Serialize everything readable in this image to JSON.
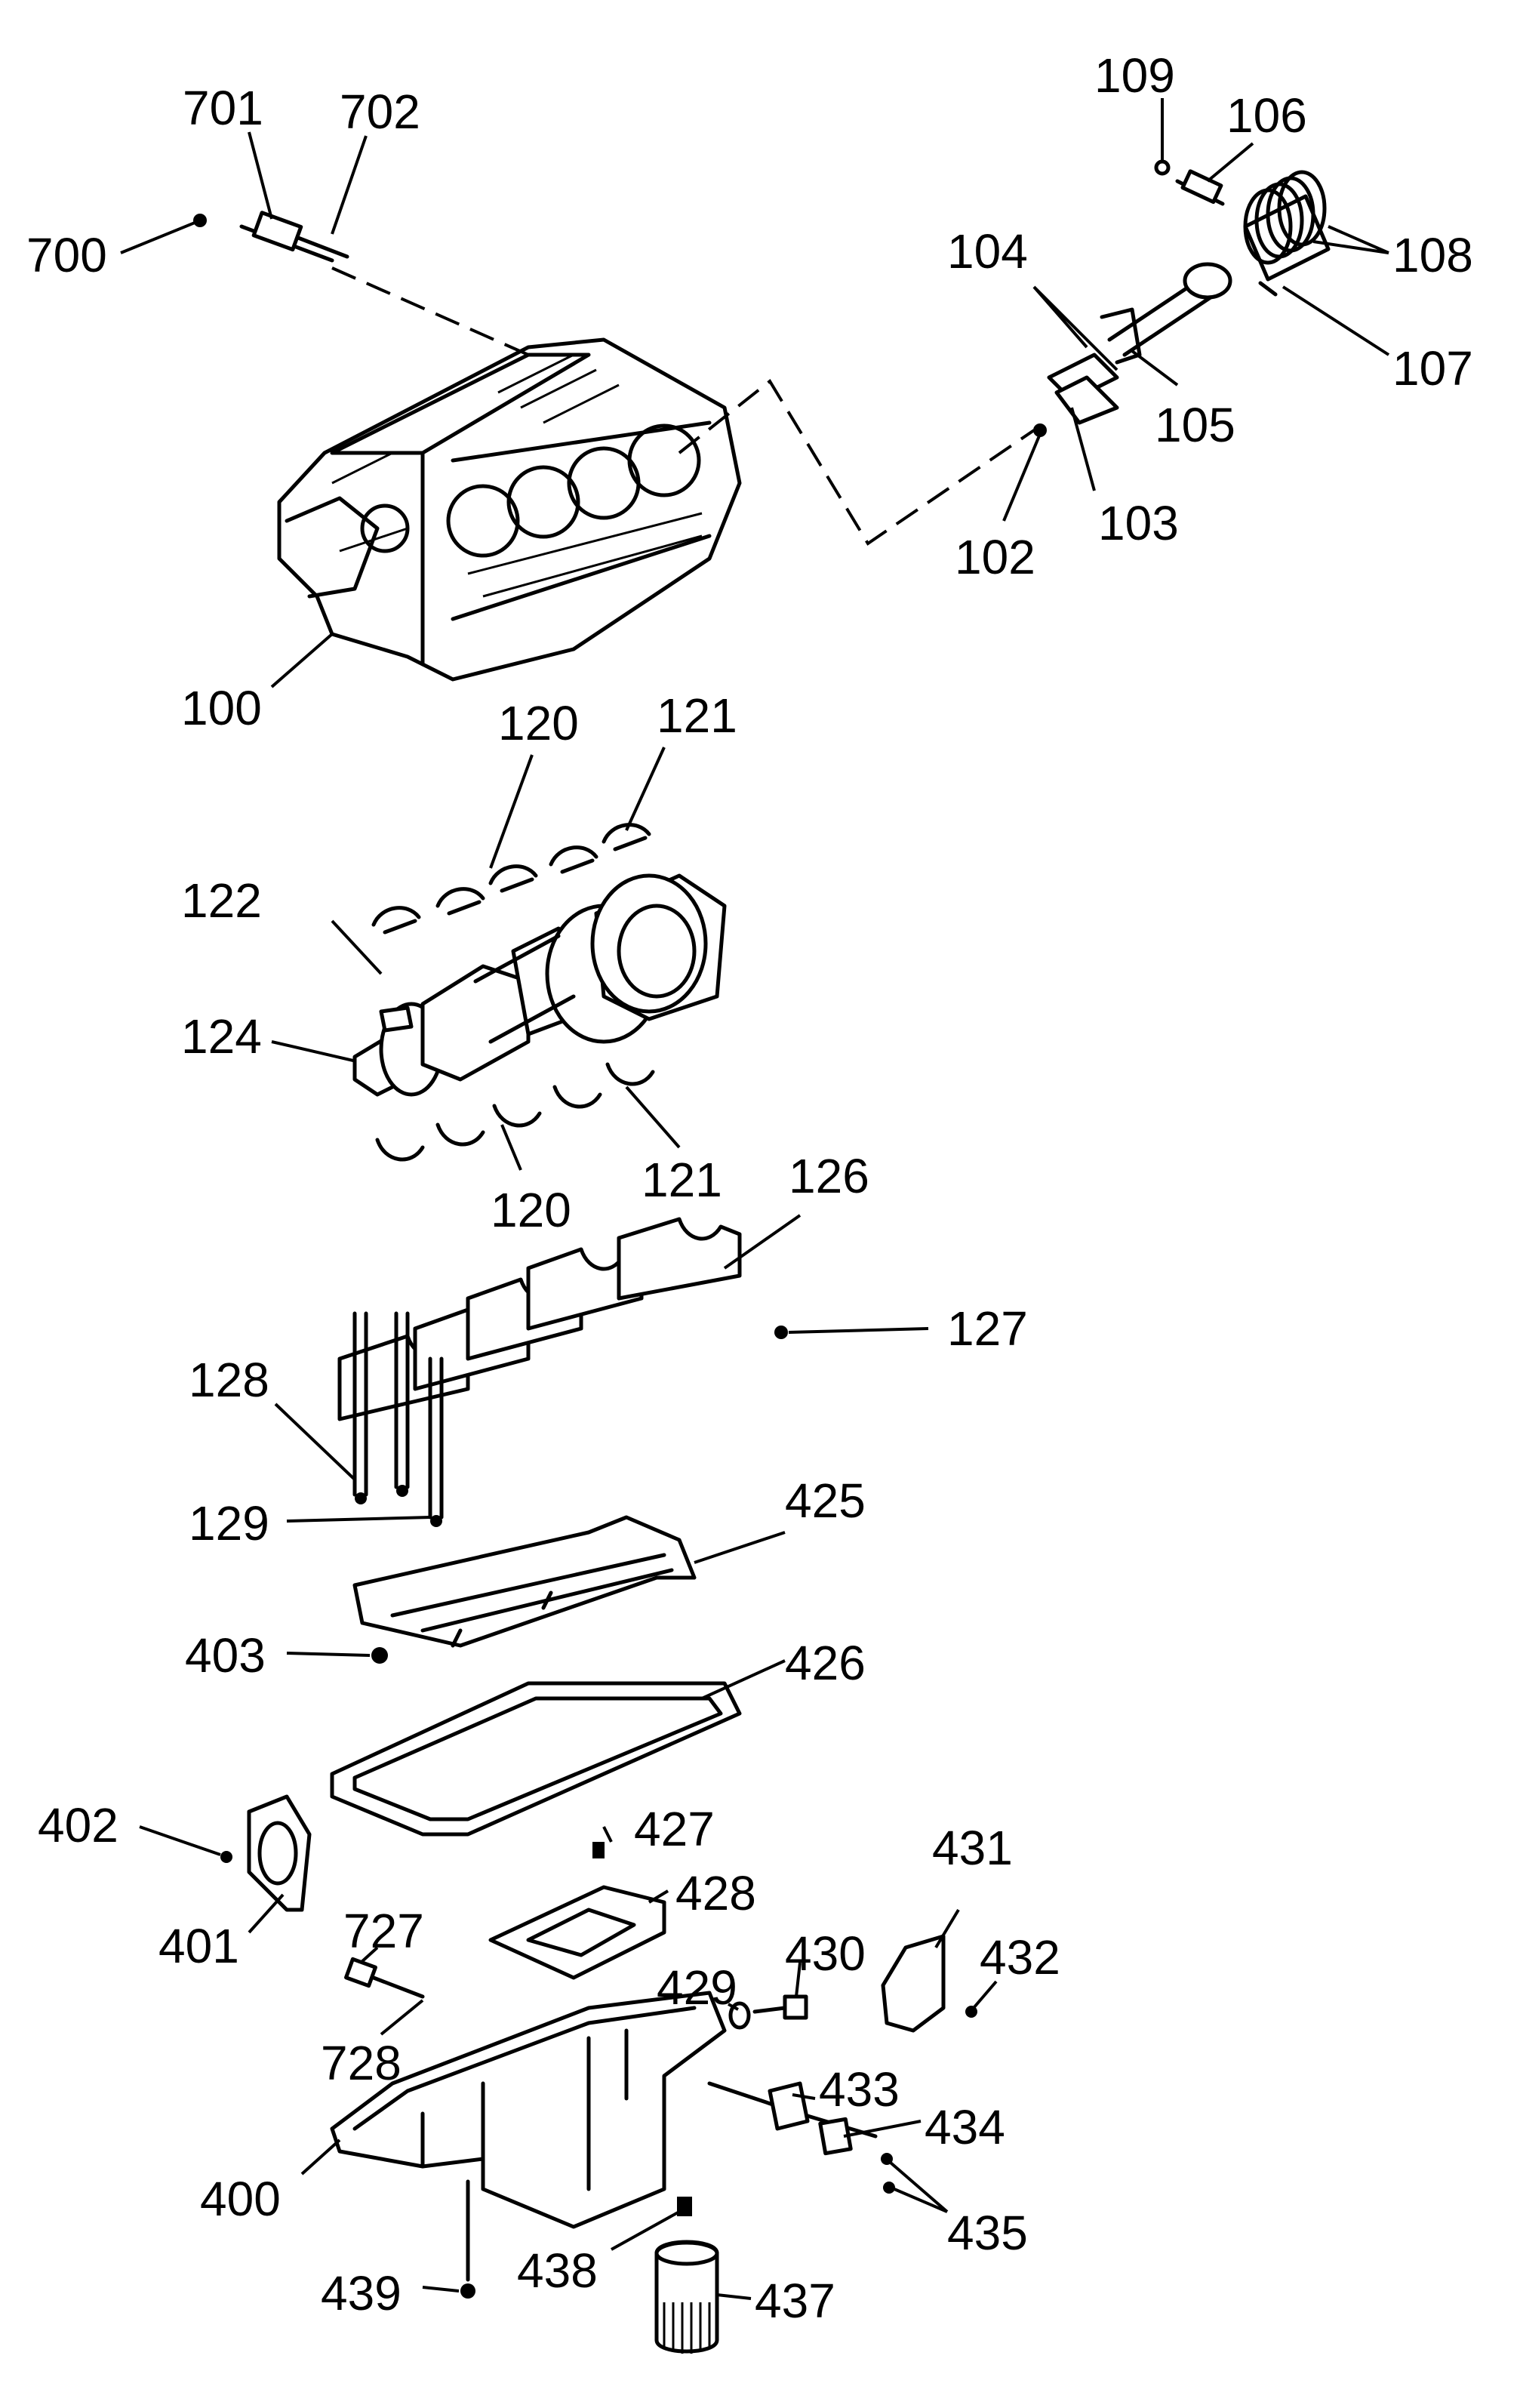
{
  "labels": {
    "l700": "700",
    "l701": "701",
    "l702": "702",
    "l109": "109",
    "l106": "106",
    "l108": "108",
    "l107": "107",
    "l104": "104",
    "l105": "105",
    "l103": "103",
    "l102": "102",
    "l100": "100",
    "l120a": "120",
    "l121a": "121",
    "l122": "122",
    "l124": "124",
    "l120b": "120",
    "l121b": "121",
    "l126": "126",
    "l127": "127",
    "l128": "128",
    "l129": "129",
    "l425": "425",
    "l403": "403",
    "l426": "426",
    "l402": "402",
    "l401": "401",
    "l427": "427",
    "l428": "428",
    "l431": "431",
    "l727": "727",
    "l430": "430",
    "l432": "432",
    "l429": "429",
    "l728": "728",
    "l433": "433",
    "l434": "434",
    "l400": "400",
    "l435": "435",
    "l438": "438",
    "l439": "439",
    "l437": "437"
  }
}
